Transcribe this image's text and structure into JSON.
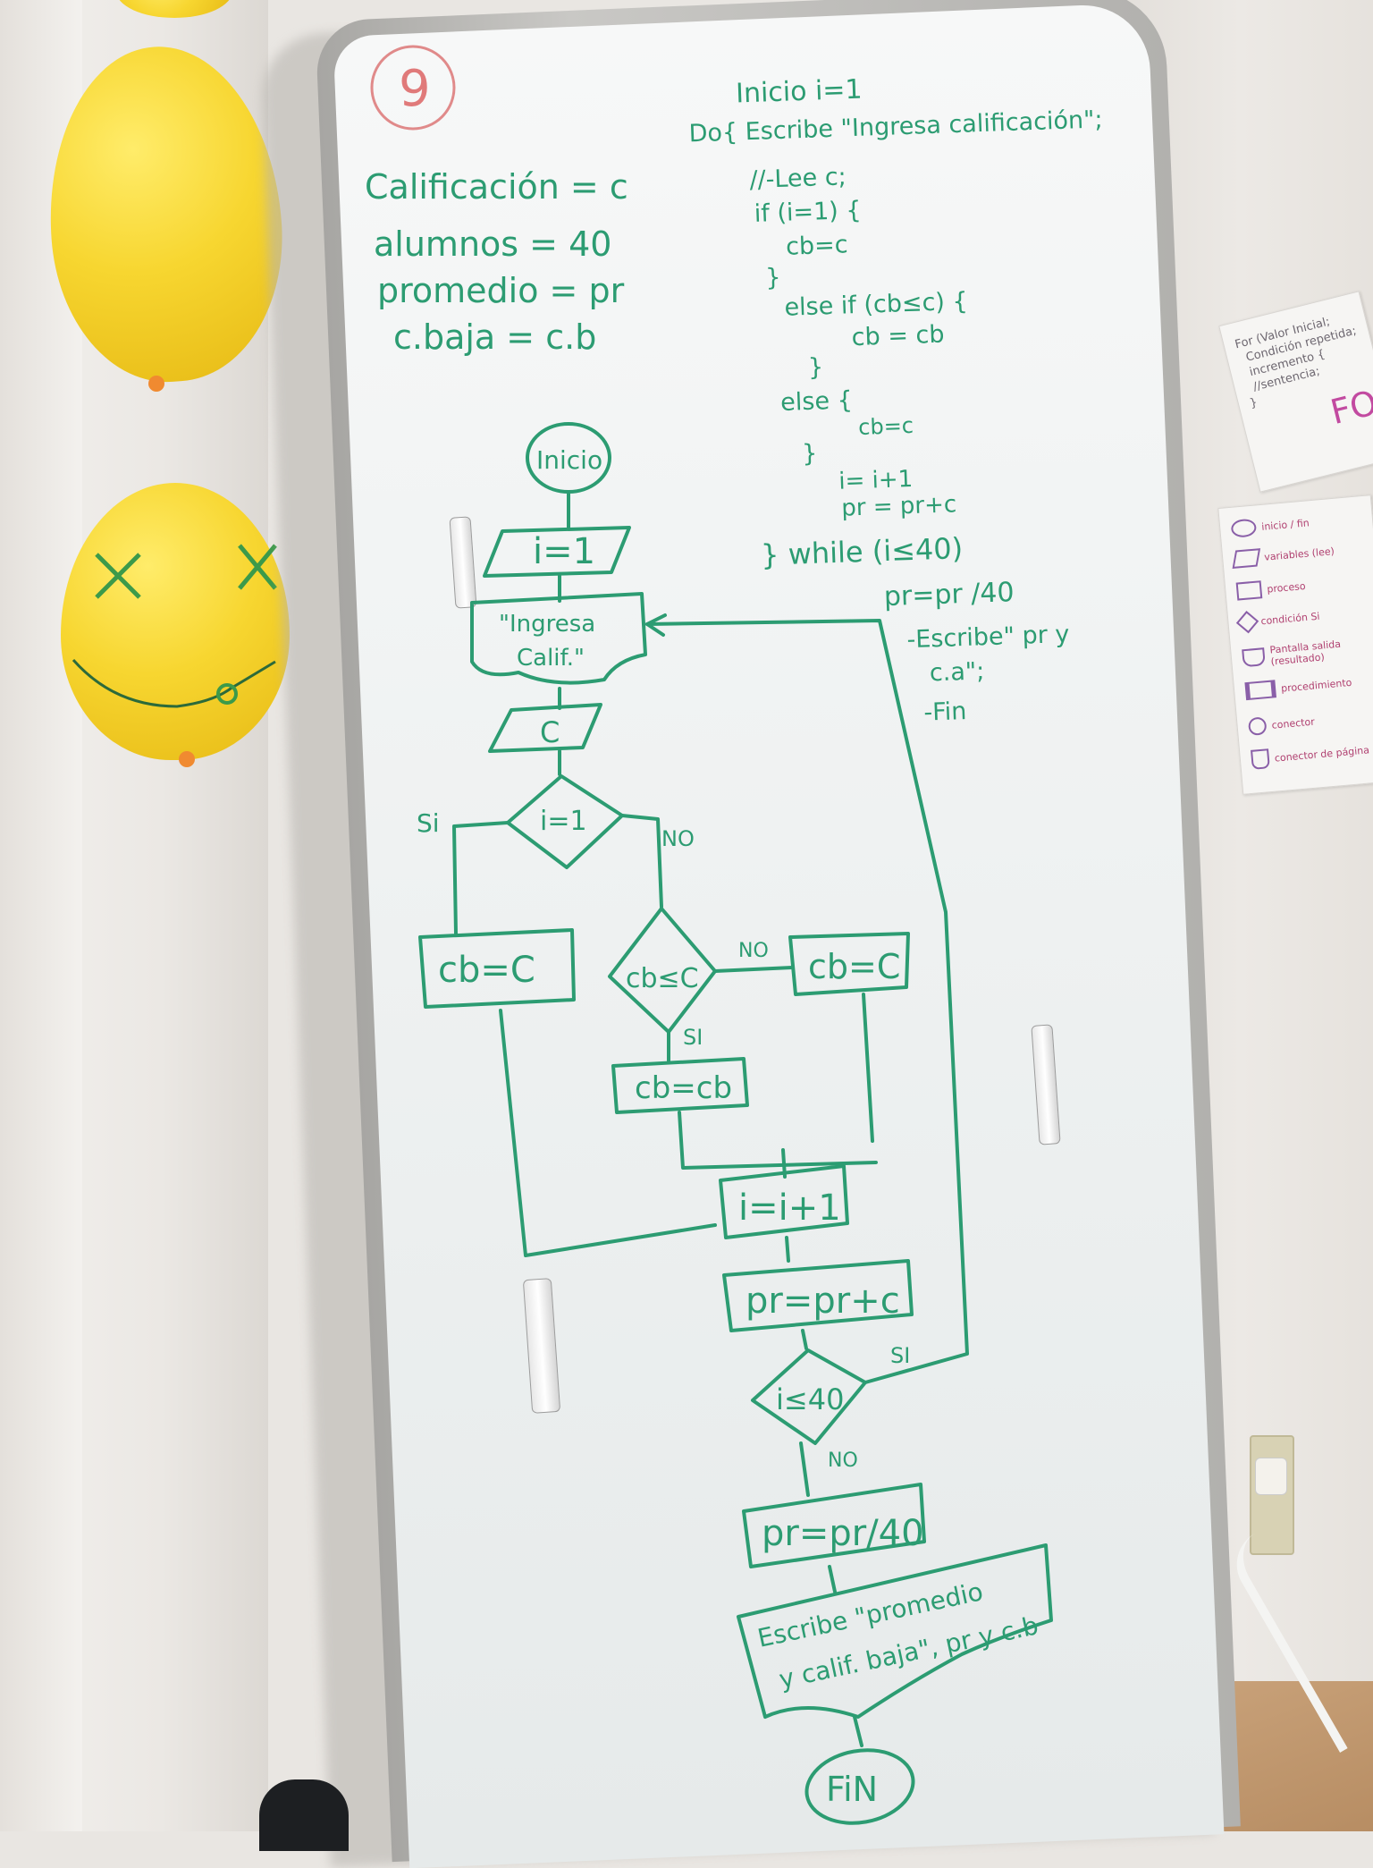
{
  "board": {
    "number": "9",
    "variables": [
      "Calificación = c",
      "alumnos = 40",
      "promedio = pr",
      "c.baja = c.b"
    ],
    "code": [
      "Inicio i=1",
      "Do{ Escribe \"Ingresa calificación\";",
      "//-Lee c;",
      "if (i=1) {",
      "cb=c",
      "}",
      "else if (cb≤c) {",
      "cb = cb",
      "}",
      "else {",
      "cb=c",
      "}",
      "i= i+1",
      "pr = pr+c",
      "} while (i≤40)",
      "pr=pr /40",
      "-Escribe\" pr y",
      "c.a\";",
      "-Fin"
    ],
    "flowchart": {
      "start": "Inicio",
      "init": "i=1",
      "prompt_line1": "\"Ingresa",
      "prompt_line2": "Calif.\"",
      "read": "C",
      "cond1": "i=1",
      "si": "Si",
      "no": "NO",
      "assign_left": "cb=C",
      "cond2": "cb≤C",
      "no2": "NO",
      "assign_right": "cb=C",
      "si2": "SI",
      "assign_mid": "cb=cb",
      "increment": "i=i+1",
      "accumulate": "pr=pr+c",
      "cond3": "i≤40",
      "si3": "SI",
      "no3": "NO",
      "average": "pr=pr/40",
      "output_line1": "Escribe \"promedio",
      "output_line2": "y calif. baja\", pr y c.b",
      "end": "FiN"
    }
  },
  "poster_for": {
    "code": [
      "For (Valor Inicial;",
      "  Condición repetida;",
      "  incremento {",
      "  //sentencia;",
      "}"
    ],
    "title": "FOR"
  },
  "poster_legend": {
    "items": [
      "inicio / fin",
      "variables (lee)",
      "proceso",
      "condición Si",
      "Pantalla salida (resultado)",
      "procedimiento",
      "conector",
      "conector de página"
    ]
  }
}
